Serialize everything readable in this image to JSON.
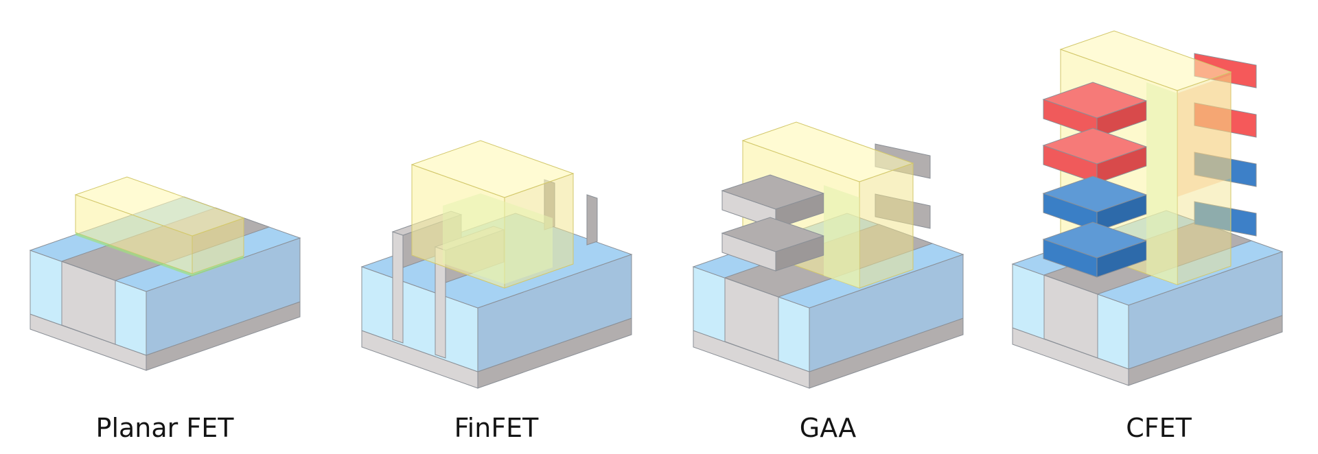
{
  "devices": [
    {
      "label": "Planar FET"
    },
    {
      "label": "FinFET"
    },
    {
      "label": "GAA"
    },
    {
      "label": "CFET"
    }
  ],
  "colors": {
    "substrate": "#d9d6d6",
    "silicon": "#b2aeae",
    "oxide": "#c9ecfb",
    "oxide_side": "#a3c2de",
    "oxide_top": "#a6d2f3",
    "gate": "#fbf39c",
    "nfet": "#3d80c8",
    "pfet": "#f5595a"
  }
}
